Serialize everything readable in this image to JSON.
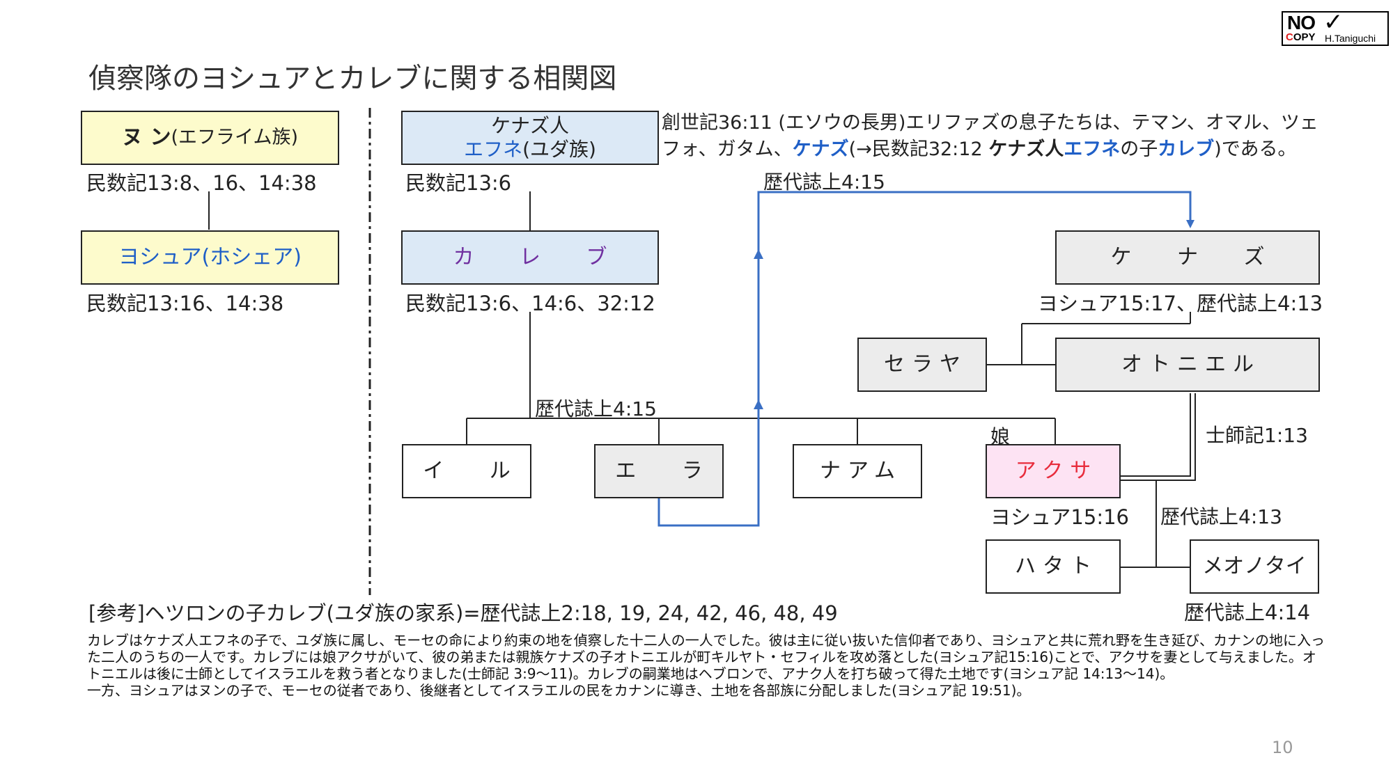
{
  "logo": {
    "main": "NO",
    "copy_first": "C",
    "copy_rest": "OPY",
    "author": "H.Taniguchi"
  },
  "title": "偵察隊のヨシュアとカレブに関する相関図",
  "nodes": {
    "nun": {
      "name": "ヌ ン",
      "tribe": "(エフライム族)"
    },
    "joshua": "ヨシュア(ホシェア)",
    "jephunneh": {
      "line1": "ケナズ人",
      "name": "エフネ",
      "tribe": "(ユダ族)"
    },
    "caleb": "カ レ ブ",
    "kenaz": "ケ ナ ズ",
    "seraiah": "セラヤ",
    "othniel": "オトニエル",
    "iru": "イ ル",
    "elah": "エ ラ",
    "naam": "ナアム",
    "achsah": "アクサ",
    "hathath": "ハタト",
    "meonothai": "メオノタイ"
  },
  "refs": {
    "nun": "民数記13:8、16、14:38",
    "joshua": "民数記13:16、14:38",
    "jephunneh": "民数記13:6",
    "caleb": "民数記13:6、14:6、32:12",
    "sons": "歴代誌上4:15",
    "elah_line": "歴代誌上4:15",
    "kenaz": "ヨシュア15:17、歴代誌上4:13",
    "daughter": "娘",
    "judges": "士師記1:13",
    "achsah": "ヨシュア15:16",
    "othniel_sons": "歴代誌上4:13",
    "meonothai": "歴代誌上4:14"
  },
  "note": {
    "t1": "創世記36:11 (エソウの長男)エリファズの息子たちは、テマン、オマル、ツェフォ、ガタム、",
    "t2": "ケナズ",
    "t3": "(→民数記32:12 ",
    "t4": "ケナズ人",
    "t5": "エフネ",
    "t6": "の子",
    "t7": "カレブ",
    "t8": ")である。"
  },
  "footnote": "[参考]ヘツロンの子カレブ(ユダ族の家系)=歴代誌上2:18, 19, 24, 42, 46, 48, 49",
  "paragraph": [
    "カレブはケナズ人エフネの子で、ユダ族に属し、モーセの命により約束の地を偵察した十二人の一人でした。彼は主に従い抜いた信仰者であり、ヨシュアと共に荒れ野を生き延び、カナンの地に入った二人のうちの一人です。カレブには娘アクサがいて、彼の弟または親族ケナズの子オトニエルが町キルヤト・セフィルを攻め落とした(ヨシュア記15:16)ことで、アクサを妻として与えました。オトニエルは後に士師としてイスラエルを救う者となりました(士師記 3:9～11)。カレブの嗣業地はヘブロンで、アナク人を打ち破って得た土地です(ヨシュア記 14:13～14)。",
    "一方、ヨシュアはヌンの子で、モーセの従者であり、後継者としてイスラエルの民をカナンに導き、土地を各部族に分配しました(ヨシュア記 19:51)。"
  ],
  "page_number": "10",
  "colors": {
    "blue_line": "#3a6fc4",
    "yellow": "#fdfbcc",
    "blue_box": "#dce9f6",
    "gray_box": "#ececec",
    "pink_box": "#fde3f3"
  }
}
